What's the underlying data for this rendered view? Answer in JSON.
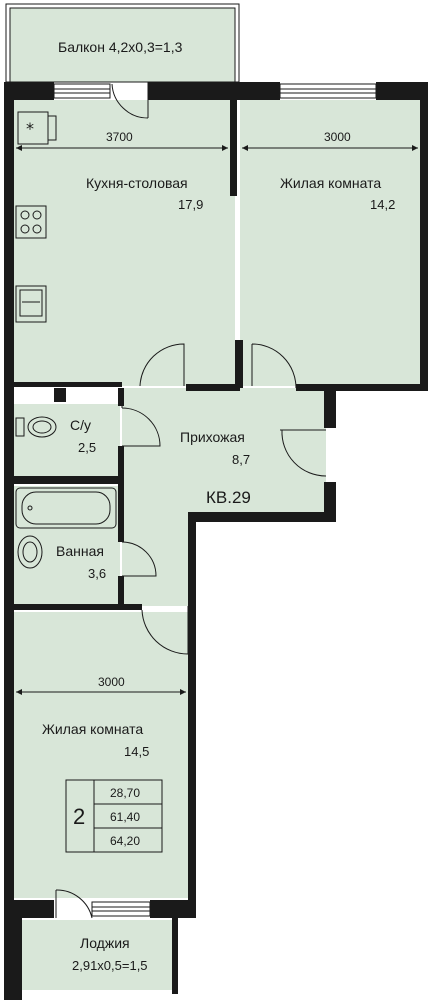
{
  "apartment": {
    "label": "КВ.29"
  },
  "rooms": {
    "balcony": {
      "label": "Балкон 4,2х0,3=1,3"
    },
    "kitchen": {
      "label": "Кухня-столовая",
      "area": "17,9"
    },
    "living_top": {
      "label": "Жилая комната",
      "area": "14,2"
    },
    "hallway": {
      "label": "Прихожая",
      "area": "8,7"
    },
    "toilet": {
      "label": "С/у",
      "area": "2,5"
    },
    "bathroom": {
      "label": "Ванная",
      "area": "3,6"
    },
    "living_bottom": {
      "label": "Жилая комната",
      "area": "14,5"
    },
    "loggia": {
      "label": "Лоджия",
      "formula": "2,91х0,5=1,5"
    }
  },
  "dimensions": {
    "kitchen_width": "3700",
    "living_top_width": "3000",
    "living_bottom_width": "3000"
  },
  "summary": {
    "rooms_count": "2",
    "living_area": "28,70",
    "total_area": "61,40",
    "total_with_balcony": "64,20"
  },
  "colors": {
    "floor": "#d8e6d8",
    "wall": "#1a1a1a",
    "background": "#ffffff"
  }
}
